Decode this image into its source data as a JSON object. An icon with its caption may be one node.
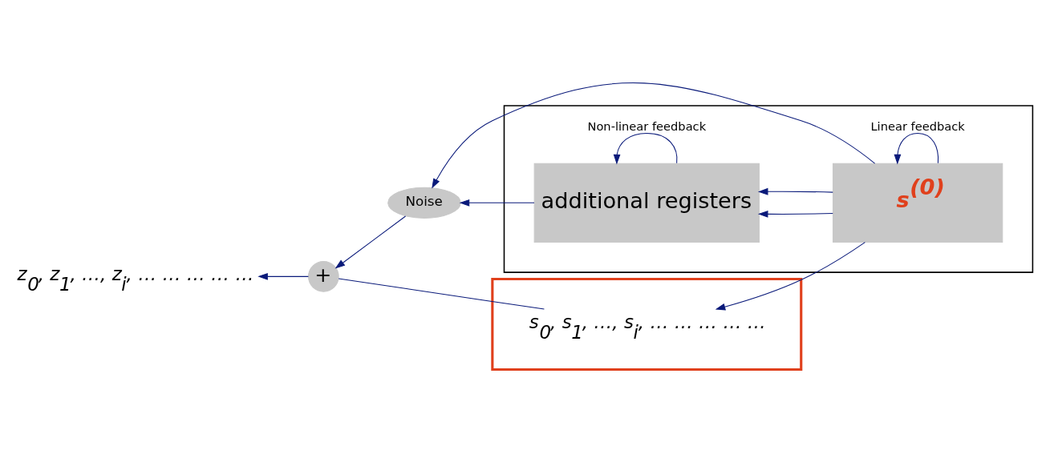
{
  "diagram": {
    "nodes": [
      {
        "text": [],
        "shape": "box"
      },
      {
        "text": [
          "s$_{0}$, s$_{1}$, …, s$_{i}$, … … … … …"
        ],
        "in": 0
      },
      {
        "text": [],
        "shape": "box"
      },
      {
        "text": [
          "s$^{(0)}$"
        ],
        "in": 2
      },
      {
        "text": [
          "additional registers"
        ],
        "in": 2
      },
      {
        "text": [
          "Noise"
        ]
      },
      {
        "text": [
          "+"
        ]
      },
      {
        "text": [
          "z$_{0}$, z$_{1}$, …, z$_{i}$, … … … … …"
        ]
      }
    ],
    "edges": [
      {
        "from": 3,
        "to": 3,
        "arrow": "to",
        "label": "Linear feedback"
      },
      {
        "from": 3,
        "to": 1,
        "arrow": "to"
      },
      {
        "from": 3,
        "to": 5,
        "arrow": "to"
      },
      {
        "from": 3,
        "to": 4,
        "arrow": "to"
      },
      {
        "from": 3,
        "to": 4,
        "arrow": "to"
      },
      {
        "from": 5,
        "to": 6,
        "arrow": "to"
      },
      {
        "from": 4,
        "to": 5,
        "arrow": "to"
      },
      {
        "from": 4,
        "to": 4,
        "arrow": "to",
        "label": "Non-linear feedback"
      },
      {
        "from": 1,
        "to": 6,
        "arrow": "none"
      },
      {
        "from": 6,
        "to": 7,
        "arrow": "to"
      }
    ]
  }
}
